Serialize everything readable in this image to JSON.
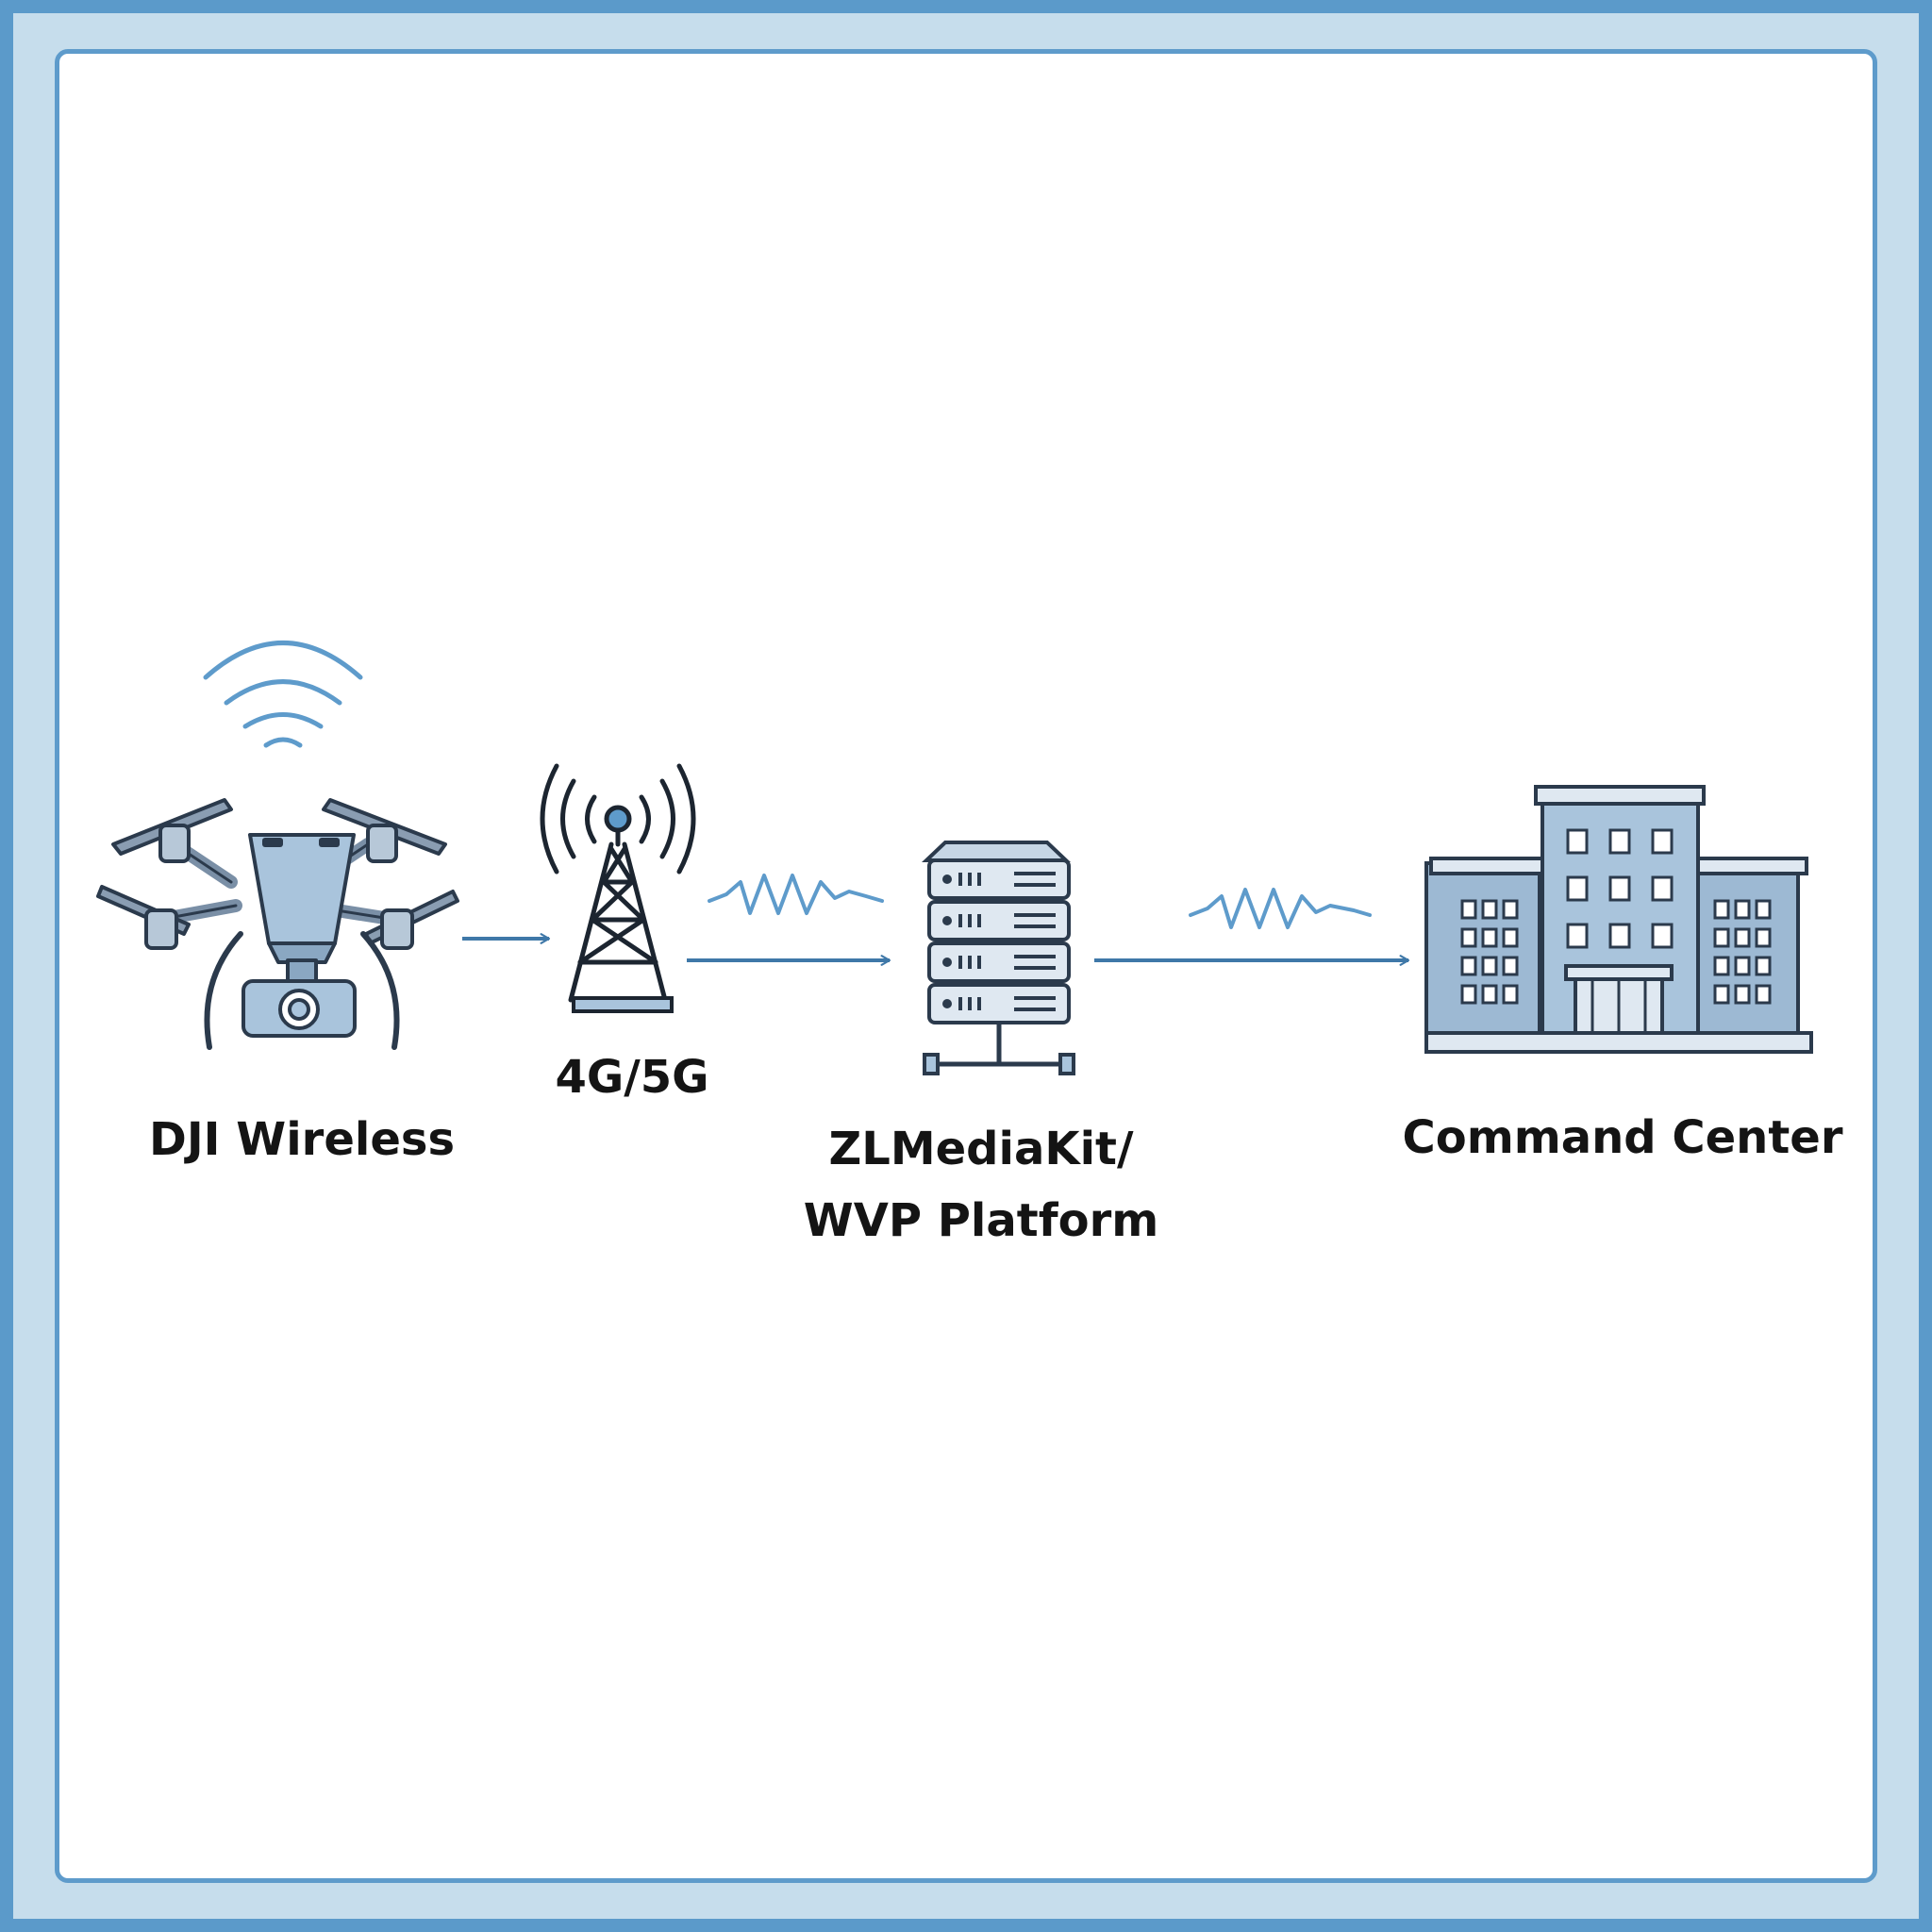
{
  "diagram": {
    "nodes": [
      {
        "id": "drone",
        "icon": "drone-icon",
        "lines": [
          "DJI Wireless"
        ]
      },
      {
        "id": "tower",
        "icon": "cell-tower-icon",
        "lines": [
          "4G/5G"
        ]
      },
      {
        "id": "server",
        "icon": "server-icon",
        "lines": [
          "ZLMediaKit/",
          "WVP Platform"
        ]
      },
      {
        "id": "building",
        "icon": "building-icon",
        "lines": [
          "Command Center"
        ]
      }
    ],
    "edges": [
      {
        "from": "drone",
        "to": "tower",
        "style": "arrow"
      },
      {
        "from": "tower",
        "to": "server",
        "style": "arrow-with-wave"
      },
      {
        "from": "server",
        "to": "building",
        "style": "arrow-with-wave"
      }
    ]
  },
  "colors": {
    "frame": "#5b9aca",
    "accent": "#3f78a8",
    "icon_fill": "#a9c4dc",
    "outline": "#2b3a4c"
  }
}
